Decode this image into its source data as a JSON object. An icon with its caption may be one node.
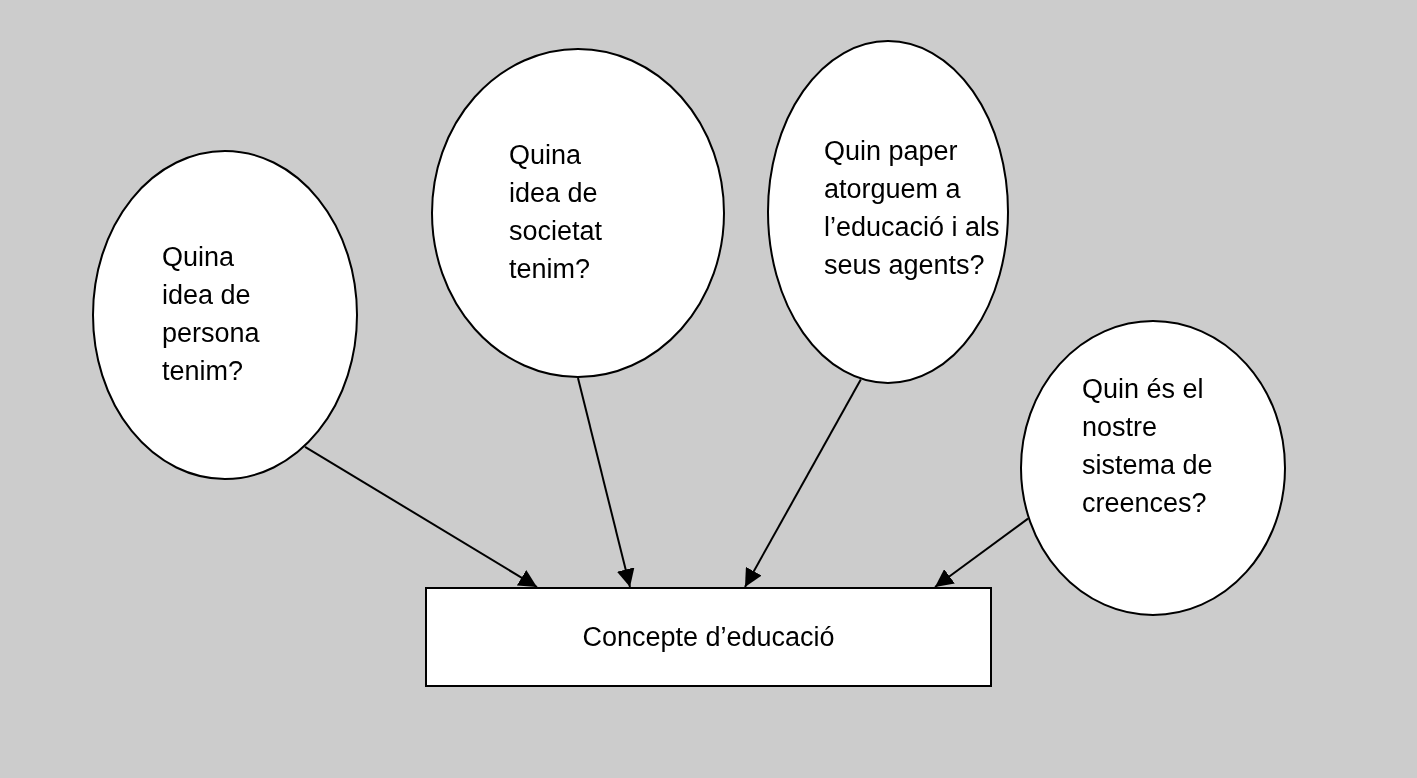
{
  "diagram": {
    "nodes": [
      {
        "text": [
          "Quina idea de persona tenim?"
        ]
      },
      {
        "text": [
          "Quina idea de societat tenim?"
        ]
      },
      {
        "text": [
          "Quin paper atorguem a l’educació i als seus agents?"
        ]
      },
      {
        "text": [
          "Quin és el nostre sistema de creences?"
        ]
      },
      {
        "text": [
          "Concepte d’educació"
        ]
      }
    ],
    "edges": [
      {
        "from": 0,
        "to": 4,
        "arrow": "to"
      },
      {
        "from": 1,
        "to": 4,
        "arrow": "to"
      },
      {
        "from": 2,
        "to": 4,
        "arrow": "to"
      },
      {
        "from": 3,
        "to": 4,
        "arrow": "to"
      }
    ]
  }
}
